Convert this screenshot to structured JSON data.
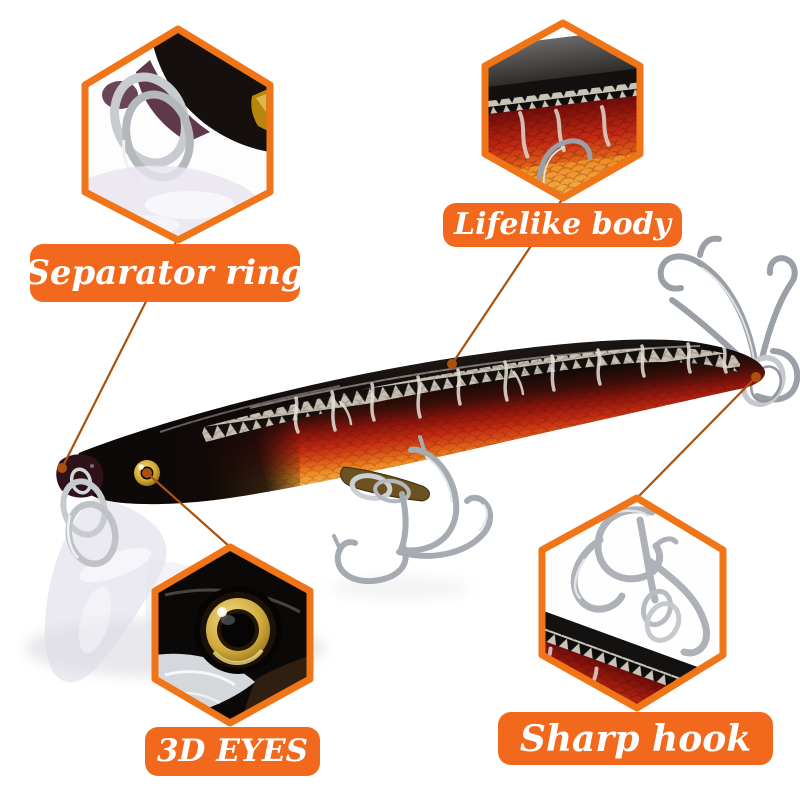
{
  "colors": {
    "background": "#ffffff",
    "accent_orange": "#f2691d",
    "hex_border_orange": "#f07418",
    "connector_line": "#a8520e",
    "label_text_color": "#ffffff"
  },
  "callouts": {
    "separator_ring": {
      "label": "Separator ring"
    },
    "lifelike_body": {
      "label": "Lifelike body"
    },
    "eyes_3d": {
      "label": "3D EYES"
    },
    "sharp_hook": {
      "label": "Sharp hook"
    }
  }
}
